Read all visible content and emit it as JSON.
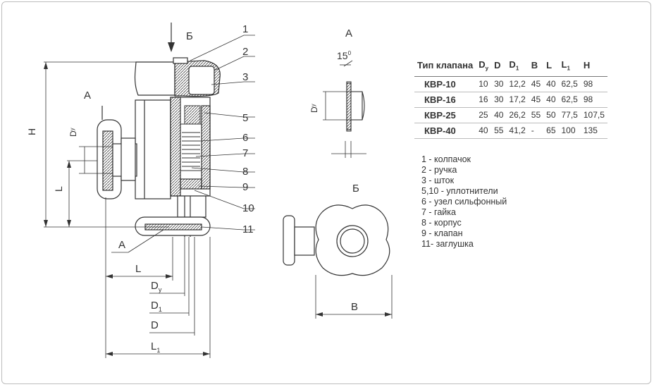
{
  "views": {
    "arrow_label": "Б",
    "view_a_title": "А",
    "view_b_title": "Б",
    "section_a_label": "А",
    "section_a_label2": "А",
    "angle_label": "15",
    "angle_unit": "0"
  },
  "dimensions": {
    "H": "H",
    "L": "L",
    "L_bottom": "L",
    "Dy": "D",
    "Dy_sub": "у",
    "D1": "D",
    "D1_sub": "1",
    "D": "D",
    "L1": "L",
    "L1_sub": "1",
    "B": "B",
    "Dy_side": "D",
    "Dy_side_sub": "у",
    "Dy_a": "D",
    "Dy_a_sub": "у"
  },
  "callouts": [
    "1",
    "2",
    "3",
    "5",
    "6",
    "7",
    "8",
    "9",
    "10",
    "11"
  ],
  "table": {
    "header": {
      "type": "Тип клапана",
      "dy": "D",
      "dy_sub": "у",
      "d": "D",
      "d1": "D",
      "d1_sub": "1",
      "b": "B",
      "l": "L",
      "l1": "L",
      "l1_sub": "1",
      "h": "H"
    },
    "rows": [
      {
        "name": "КВР-10",
        "dy": "10",
        "d": "30",
        "d1": "12,2",
        "b": "45",
        "l": "40",
        "l1": "62,5",
        "h": "98"
      },
      {
        "name": "КВР-16",
        "dy": "16",
        "d": "30",
        "d1": "17,2",
        "b": "45",
        "l": "40",
        "l1": "62,5",
        "h": "98"
      },
      {
        "name": "КВР-25",
        "dy": "25",
        "d": "40",
        "d1": "26,2",
        "b": "55",
        "l": "50",
        "l1": "77,5",
        "h": "107,5"
      },
      {
        "name": "КВР-40",
        "dy": "40",
        "d": "55",
        "d1": "41,2",
        "b": "-",
        "l": "65",
        "l1": "100",
        "h": "135"
      }
    ]
  },
  "legend": [
    "1 - колпачок",
    "2 - ручка",
    "3 - шток",
    "5,10 - уплотнители",
    "6 - узел сильфонный",
    "7 - гайка",
    "8 - корпус",
    "9 - клапан",
    "11- заглушка"
  ]
}
